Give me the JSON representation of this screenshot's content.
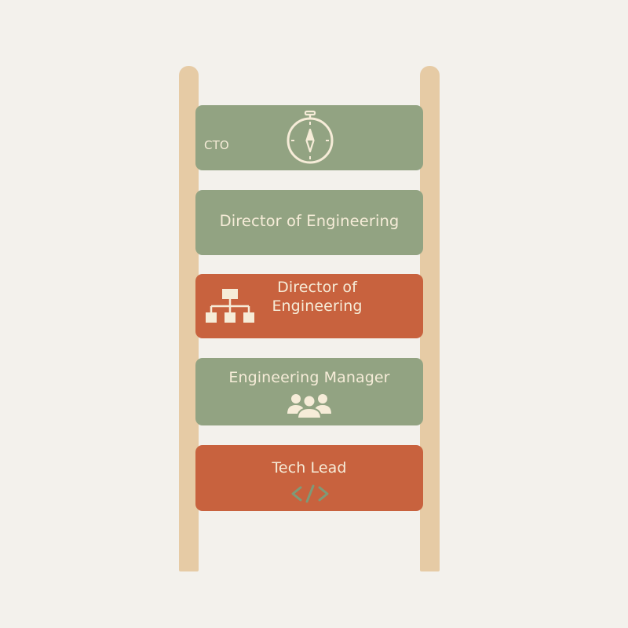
{
  "ladder": {
    "rungs": [
      {
        "label": "CTO",
        "icon": "compass-icon",
        "color": "#92a382"
      },
      {
        "label": "Director of Engineering",
        "icon": "",
        "color": "#92a382"
      },
      {
        "label": "Director of Engineering",
        "icon": "org-chart-icon",
        "color": "#c8623e"
      },
      {
        "label": "Engineering Manager",
        "icon": "team-icon",
        "color": "#92a382"
      },
      {
        "label": "Tech Lead",
        "icon": "code-icon",
        "color": "#c8623e"
      }
    ]
  },
  "colors": {
    "background": "#f3f1ec",
    "rail": "#e6cba5",
    "green": "#92a382",
    "orange": "#c8623e",
    "text": "#f6ecd8"
  }
}
